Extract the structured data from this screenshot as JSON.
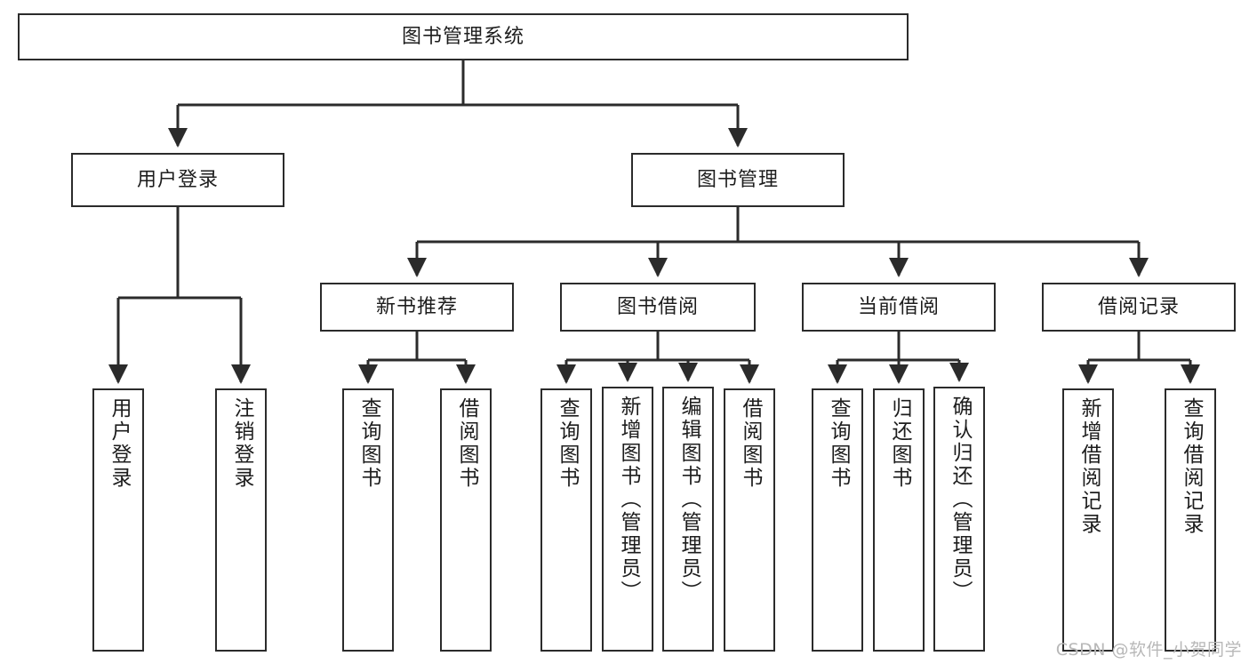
{
  "diagram": {
    "title": "图书管理系统",
    "type": "tree",
    "watermark": "CSDN @软件_小贺同学",
    "stroke_color": "#2b2b2b",
    "fill_color": "#ffffff",
    "text_color": "#1d1d1d",
    "watermark_color": "#b8b8b8"
  },
  "nodes": {
    "root": {
      "label": "图书管理系统"
    },
    "level2": [
      {
        "id": "user-login",
        "label": "用户登录"
      },
      {
        "id": "book-manage",
        "label": "图书管理"
      }
    ],
    "level3": [
      {
        "id": "new-book-recommend",
        "label": "新书推荐"
      },
      {
        "id": "book-borrow",
        "label": "图书借阅"
      },
      {
        "id": "current-borrow",
        "label": "当前借阅"
      },
      {
        "id": "borrow-record",
        "label": "借阅记录"
      }
    ],
    "leaves": [
      {
        "id": "leaf-user-login",
        "label": "用户登录",
        "parent": "user-login"
      },
      {
        "id": "leaf-user-logout",
        "label": "注销登录",
        "parent": "user-login"
      },
      {
        "id": "leaf-query-book-1",
        "label": "查询图书",
        "parent": "new-book-recommend"
      },
      {
        "id": "leaf-borrow-book-1",
        "label": "借阅图书",
        "parent": "new-book-recommend"
      },
      {
        "id": "leaf-query-book-2",
        "label": "查询图书",
        "parent": "book-borrow"
      },
      {
        "id": "leaf-add-book",
        "label": "新增图书（管理员）",
        "parent": "book-borrow"
      },
      {
        "id": "leaf-edit-book",
        "label": "编辑图书（管理员）",
        "parent": "book-borrow"
      },
      {
        "id": "leaf-borrow-book-2",
        "label": "借阅图书",
        "parent": "book-borrow"
      },
      {
        "id": "leaf-query-book-3",
        "label": "查询图书",
        "parent": "current-borrow"
      },
      {
        "id": "leaf-return-book",
        "label": "归还图书",
        "parent": "current-borrow"
      },
      {
        "id": "leaf-confirm-return",
        "label": "确认归还（管理员）",
        "parent": "current-borrow"
      },
      {
        "id": "leaf-add-record",
        "label": "新增借阅记录",
        "parent": "borrow-record"
      },
      {
        "id": "leaf-query-record",
        "label": "查询借阅记录",
        "parent": "borrow-record"
      }
    ]
  }
}
